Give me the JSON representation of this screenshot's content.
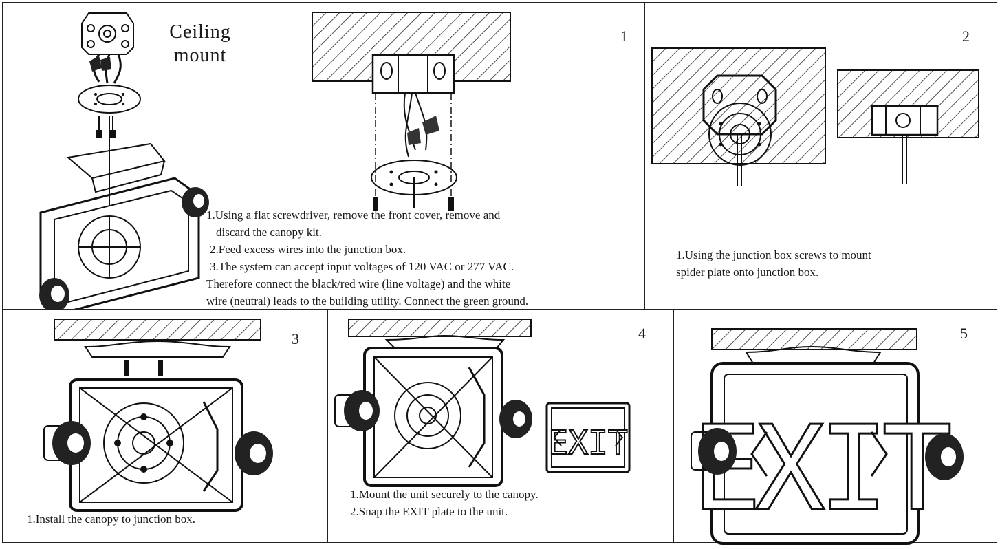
{
  "colors": {
    "line": "#111111",
    "background": "#ffffff"
  },
  "overview": {
    "title_line1": "Ceiling",
    "title_line2": "mount"
  },
  "steps": [
    {
      "number": "1",
      "lines": [
        "1.Using a flat screwdriver, remove the front cover, remove and",
        "discard the canopy kit.",
        "2.Feed excess wires into the junction box.",
        "3.The system can accept input voltages of 120 VAC or 277 VAC.",
        "Therefore connect the black/red wire (line voltage) and the  white",
        "wire (neutral) leads to the building utility. Connect the green ground."
      ]
    },
    {
      "number": "2",
      "lines": [
        "1.Using the junction box screws to mount",
        "spider plate onto junction box."
      ]
    },
    {
      "number": "3",
      "lines": [
        "1.Install the canopy to junction box."
      ]
    },
    {
      "number": "4",
      "lines": [
        "1.Mount the unit securely to the canopy.",
        "2.Snap the EXIT plate to the unit."
      ]
    },
    {
      "number": "5",
      "lines": []
    }
  ],
  "exit_plate": {
    "small_text": "EXIT",
    "large_text": "EXIT"
  },
  "icons": [
    "junction-box-icon",
    "spider-plate-icon",
    "canopy-icon",
    "exit-housing-icon",
    "lamp-head-icon",
    "exit-plate-icon",
    "ceiling-hatch-icon",
    "wire-nut-icon",
    "screw-icon"
  ]
}
